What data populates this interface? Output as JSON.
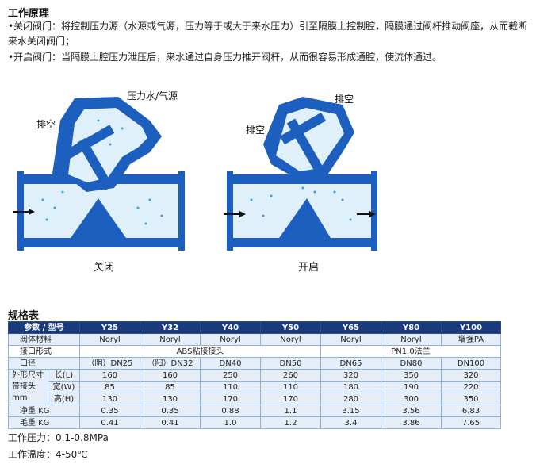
{
  "section1": {
    "title": "工作原理",
    "bullet1": "•关闭阀门：将控制压力源（水源或气源，压力等于或大于来水压力）引至隔膜上控制腔，隔膜通过阀杆推动阀座，从而截断来水关闭阀门；",
    "bullet2": "•开启阀门：当隔膜上腔压力泄压后，来水通过自身压力推开阀杆，从而很容易形成通腔，使流体通过。"
  },
  "figure_left": {
    "label_source": "压力水/气源",
    "label_vent": "排空",
    "caption": "关闭"
  },
  "figure_right": {
    "label_vent_top": "排空",
    "label_vent_left": "排空",
    "caption": "开启"
  },
  "section2": {
    "title": "规格表"
  },
  "spec_table": {
    "header": [
      "参数 / 型号",
      "Y25",
      "Y32",
      "Y40",
      "Y50",
      "Y65",
      "Y80",
      "Y100"
    ],
    "material": {
      "label": "阀体材料",
      "values": [
        "Noryl",
        "Noryl",
        "Noryl",
        "Noryl",
        "Noryl",
        "Noryl",
        "增强PA"
      ]
    },
    "connection": {
      "label": "接口形式",
      "left": "ABS粘接接头",
      "right": "PN1.0法兰"
    },
    "caliber": {
      "label": "口径",
      "values": [
        "（阴）DN25",
        "（阳）DN32",
        "DN40",
        "DN50",
        "DN65",
        "DN80",
        "DN100"
      ]
    },
    "dims": {
      "label_lines": [
        "外形尺寸",
        "带接头",
        "mm"
      ],
      "rows": [
        {
          "label": "长(L)",
          "values": [
            "160",
            "160",
            "250",
            "260",
            "320",
            "350",
            "320"
          ]
        },
        {
          "label": "宽(W)",
          "values": [
            "85",
            "85",
            "110",
            "110",
            "180",
            "190",
            "220"
          ]
        },
        {
          "label": "高(H)",
          "values": [
            "130",
            "130",
            "170",
            "170",
            "280",
            "300",
            "350"
          ]
        }
      ]
    },
    "net_weight": {
      "label": "净重 KG",
      "values": [
        "0.35",
        "0.35",
        "0.88",
        "1.1",
        "3.15",
        "3.56",
        "6.83"
      ]
    },
    "gross_weight": {
      "label": "毛重 KG",
      "values": [
        "0.41",
        "0.41",
        "1.0",
        "1.2",
        "3.4",
        "3.86",
        "7.65"
      ]
    }
  },
  "notes": {
    "pressure": "工作压力：0.1-0.8MPa",
    "temperature": "工作温度：4-50℃"
  }
}
